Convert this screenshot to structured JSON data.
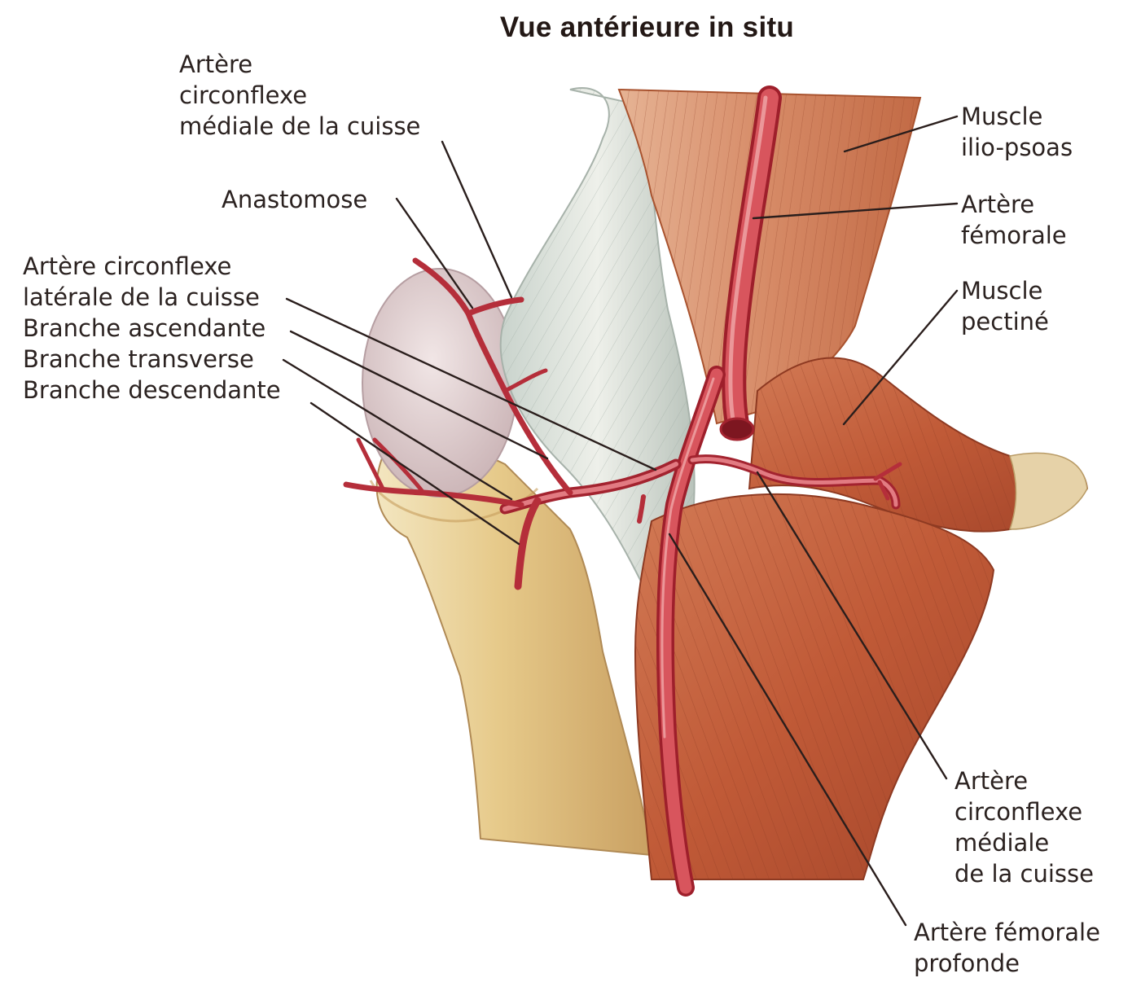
{
  "title": "Vue antérieure in situ",
  "labels": {
    "acm_top": [
      "Artère",
      "circonflexe",
      "médiale de la cuisse"
    ],
    "anastomose": [
      "Anastomose"
    ],
    "acl": [
      "Artère circonflexe",
      "latérale de la cuisse",
      "Branche ascendante",
      "Branche transverse",
      "Branche descendante"
    ],
    "iliopsoas": [
      "Muscle",
      "ilio-psoas"
    ],
    "femorale": [
      "Artère",
      "fémorale"
    ],
    "pectine": [
      "Muscle",
      "pectiné"
    ],
    "acm_right": [
      "Artère",
      "circonflexe",
      "médiale",
      "de la cuisse"
    ],
    "profonde": [
      "Artère fémorale",
      "profonde"
    ]
  },
  "colors": {
    "artery": "#c8343f",
    "artery_highlight": "#ec8e8e",
    "muscle": "#c86a44",
    "muscle_dark": "#8e3a22",
    "bone": "#e7c98a",
    "capsule": "#d9ddd6",
    "femoral_head": "#e4d3d3"
  }
}
